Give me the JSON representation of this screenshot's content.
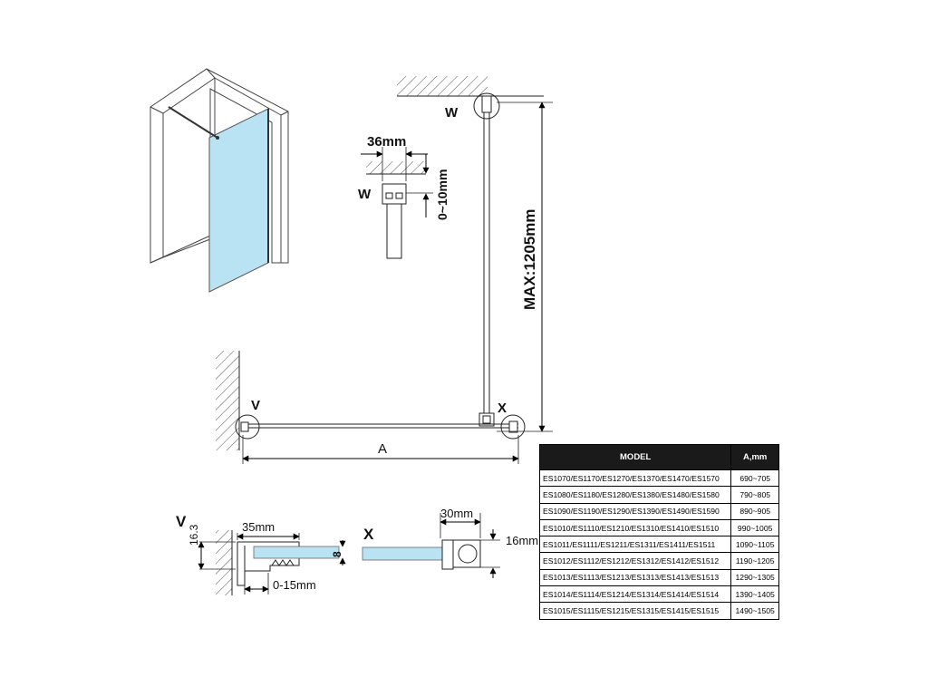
{
  "labels": {
    "w_main": "W",
    "w_detail": "W",
    "v_main": "V",
    "x_main": "X",
    "v_detail": "V",
    "x_detail": "X",
    "dim_36": "36mm",
    "dim_0_10": "0~10mm",
    "dim_max": "MAX:1205mm",
    "dim_a": "A",
    "dim_16_3": "16.3",
    "dim_35": "35mm",
    "dim_8": "8",
    "dim_0_15": "0-15mm",
    "dim_30": "30mm",
    "dim_16": "16mm"
  },
  "table": {
    "header_model": "MODEL",
    "header_a": "A,mm",
    "rows": [
      {
        "model": "ES1070/ES1170/ES1270/ES1370/ES1470/ES1570",
        "range": "690~705"
      },
      {
        "model": "ES1080/ES1180/ES1280/ES1380/ES1480/ES1580",
        "range": "790~805"
      },
      {
        "model": "ES1090/ES1190/ES1290/ES1390/ES1490/ES1590",
        "range": "890~905"
      },
      {
        "model": "ES1010/ES1110/ES1210/ES1310/ES1410/ES1510",
        "range": "990~1005"
      },
      {
        "model": "ES1011/ES1111/ES1211/ES1311/ES1411/ES1511",
        "range": "1090~1105"
      },
      {
        "model": "ES1012/ES1112/ES1212/ES1312/ES1412/ES1512",
        "range": "1190~1205"
      },
      {
        "model": "ES1013/ES1113/ES1213/ES1313/ES1413/ES1513",
        "range": "1290~1305"
      },
      {
        "model": "ES1014/ES1114/ES1214/ES1314/ES1414/ES1514",
        "range": "1390~1405"
      },
      {
        "model": "ES1015/ES1115/ES1215/ES1315/ES1415/ES1515",
        "range": "1490~1505"
      }
    ]
  },
  "colors": {
    "glass": "#b9e2f3",
    "line": "#222222",
    "table_header_bg": "#1a1a1a"
  }
}
